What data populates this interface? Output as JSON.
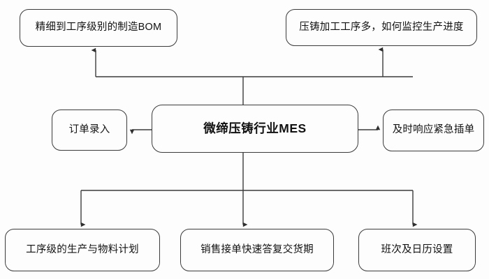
{
  "diagram": {
    "title_node": "微缔压铸行业MES",
    "nodes": {
      "top_left": "精细到工序级别的制造BOM",
      "top_right": "压铸加工工序多，如何监控生产进度",
      "left": "订单录入",
      "center": "微缔压铸行业MES",
      "right": "及时响应紧急插单",
      "bottom_1": "工序级的生产与物料计划",
      "bottom_2": "销售接单快速答复交货期",
      "bottom_3": "班次及日历设置"
    },
    "style": {
      "background": "#fdfdfd",
      "node_fill": "#fdfdfd",
      "node_border": "#3b3b3b",
      "connector": "#3b3b3b",
      "text": "#111111"
    },
    "connections": [
      {
        "from": "center",
        "to": "top_left",
        "arrow": "up"
      },
      {
        "from": "center",
        "to": "top_right",
        "arrow": "up"
      },
      {
        "from": "center",
        "to": "left",
        "arrow": "left"
      },
      {
        "from": "center",
        "to": "right",
        "arrow": "right"
      },
      {
        "from": "center",
        "to": "bottom_1",
        "arrow": "down"
      },
      {
        "from": "center",
        "to": "bottom_2",
        "arrow": "down"
      },
      {
        "from": "center",
        "to": "bottom_3",
        "arrow": "down"
      }
    ]
  }
}
